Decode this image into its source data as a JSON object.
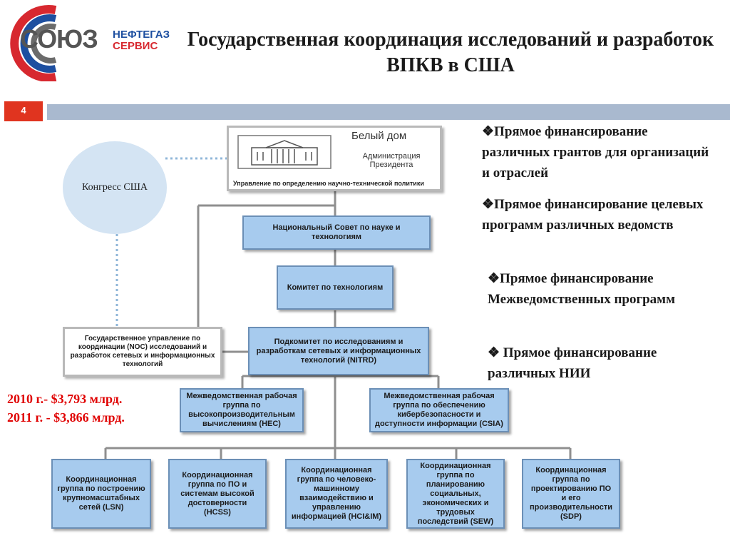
{
  "logo": {
    "main": "СОЮЗ",
    "top": "НЕФТЕГАЗ",
    "bottom": "СЕРВИС"
  },
  "title": "Государственная координация исследований и разработок ВПКВ в США",
  "page_number": "4",
  "white_house": {
    "title": "Белый дом",
    "subtitle": "Администрация Президента",
    "office": "Управление по определению научно-технической политики"
  },
  "congress": "Конгресс США",
  "council": "Национальный Совет по науке и технологиям",
  "committee": "Комитет по технологиям",
  "noc": "Государственное управление по координации (NOC) исследований и разработок сетевых и информационных технологий",
  "nitrd": "Подкомитет по исследованиям и разработкам сетевых и информационных технологий (NITRD)",
  "hec": "Межведомственная рабочая группа по высокопроизводительным вычислениям (HEC)",
  "csia": "Межведомственная рабочая группа по обеспечению кибербезопасности и доступности информации (CSIA)",
  "groups": [
    "Координационная группа по построению крупномасштабных сетей (LSN)",
    "Координационная группа по ПО и системам высокой достоверности (HCSS)",
    "Координационная группа по человеко-машинному взаимодействию и управлению информацией (HCI&IM)",
    "Координационная группа по планированию социальных, экономических и трудовых последствий (SEW)",
    "Координационная группа по проектированию ПО и его производительности (SDP)"
  ],
  "funding": {
    "y2010": "2010 г.- $3,793 млрд.",
    "y2011": "2011 г. - $3,866 млрд."
  },
  "bullets": [
    "Прямое финансирование различных грантов для организаций и отраслей",
    "Прямое финансирование целевых программ различных ведомств",
    "Прямое финансирование Межведомственных программ",
    " Прямое финансирование различных НИИ"
  ],
  "colors": {
    "box_fill": "#a7cbee",
    "box_border": "#6b8fb6",
    "accent_red": "#e0341f",
    "bar": "#a9b9cf",
    "money": "#e00000"
  }
}
